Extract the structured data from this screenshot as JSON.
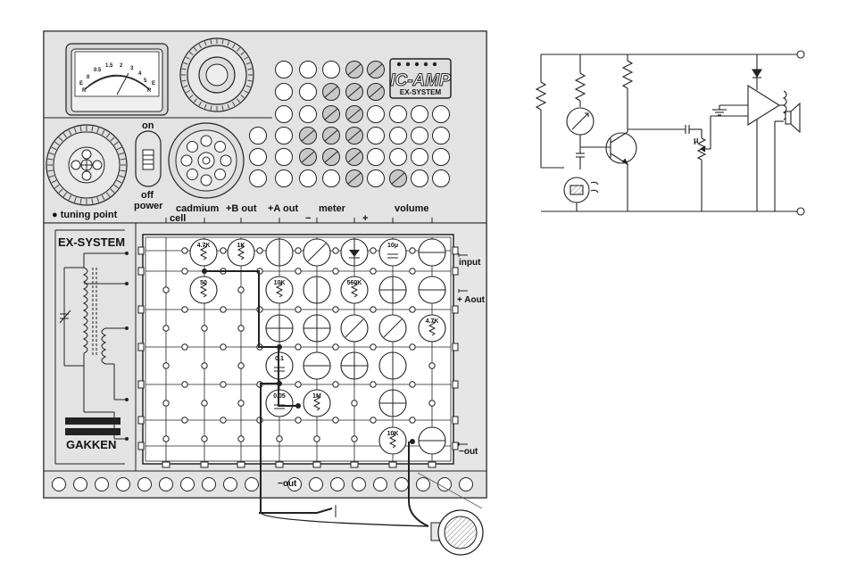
{
  "labels": {
    "tuning_point": "● tuning point",
    "on": "on",
    "off": "off",
    "power": "power",
    "cadmium": "cadmium",
    "cell": "cell",
    "b_out": "+B out",
    "a_out": "+A out",
    "meter": "meter",
    "meter_minus": "−",
    "meter_plus": "+",
    "volume": "volume",
    "input": "input",
    "aout": "+ Aout",
    "minus_out_right": "−out",
    "minus_out_bottom": "−out",
    "ex_system": "EX-SYSTEM",
    "gakken": "GAKKEN",
    "logo_main": "IC-AMP",
    "logo_sub": "EX-SYSTEM"
  },
  "meter_scale": [
    "0",
    "0.5",
    "1.5",
    "2",
    "3",
    "4",
    "5"
  ],
  "meter_letters": [
    "E",
    "R",
    "R",
    "E"
  ],
  "components": {
    "r_4_7k": "4.7K",
    "r_1k": "1K",
    "cap_10u": "10μ",
    "r_10k_a": "10K",
    "r_560k": "560K",
    "r_4_7k_b": "4.7K",
    "c_0_1": "0.1",
    "c_0_05": "0.05",
    "r_1m": "1M",
    "r_10k_b": "10K",
    "r_50": "50"
  },
  "mu_symbol": "μ"
}
